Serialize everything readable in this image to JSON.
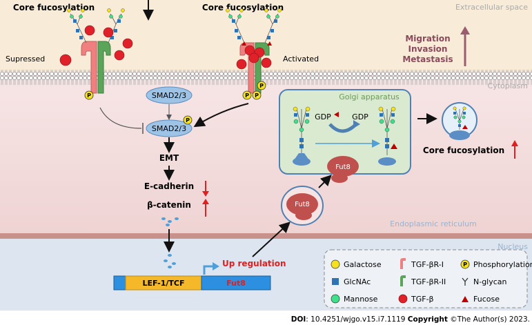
{
  "regions": {
    "extracellular": "Extracellular space",
    "cytoplasm": "Cytoplasm",
    "er": "Endoplasmic reticulum",
    "nucleus": "Nucleus"
  },
  "labels": {
    "core_fucosylation_left": "Core fucosylation",
    "core_fucosylation_mid": "Core fucosylation",
    "core_fucosylation_right": "Core fucosylation",
    "suppressed": "Supressed",
    "activated": "Activated",
    "migration": "Migration",
    "invasion": "Invasion",
    "metastasis": "Metastasis",
    "golgi": "Golgi apparatus",
    "gdp1": "GDP",
    "gdp2": "GDP",
    "smad_top": "SMAD2/3",
    "smad_bottom": "SMAD2/3",
    "emt": "EMT",
    "ecadherin": "E-cadherin",
    "bcatenin": "β-catenin",
    "fut8_golgi": "Fut8",
    "fut8_er": "Fut8",
    "up_regulation": "Up regulation",
    "lef1": "LEF-1/TCF",
    "fut8_gene": "Fut8",
    "p": "P"
  },
  "legend": {
    "galactose": "Galactose",
    "glcnac": "GlcNAc",
    "mannose": "Mannose",
    "tgfbr1": "TGF-βR-I",
    "tgfbr2": "TGF-βR-II",
    "tgfb": "TGF-β",
    "phosphorylation": "Phosphorylation",
    "nglycan": "N-glycan",
    "fucose": "Fucose"
  },
  "footer": {
    "doi_label": "DOI",
    "doi_value": ": 10.4251/wjgo.v15.i7.1119 ",
    "copyright_label": "Copyright",
    "copyright_value": " ©The Author(s) 2023."
  },
  "colors": {
    "extracellular": "#f8ecd8",
    "cytoplasm": "#f3dede",
    "nucleus": "#dde6f0",
    "golgi_fill": "#d9ead0",
    "golgi_stroke": "#4f80b4",
    "fut8": "#c0504d",
    "smad": "#9dc3e6",
    "tgfbr1": "#f08080",
    "tgfbr2": "#5aa55a",
    "tgfb": "#e0212a",
    "galactose": "#f5e21b",
    "glcnac": "#2e74b5",
    "mannose": "#3ee08a",
    "fucose": "#c00000",
    "arrow_red": "#e02020",
    "arrow_mauve": "#9a5c6e",
    "lef1_fill": "#f4b829",
    "fut8_gene_fill": "#2c8fdf"
  }
}
